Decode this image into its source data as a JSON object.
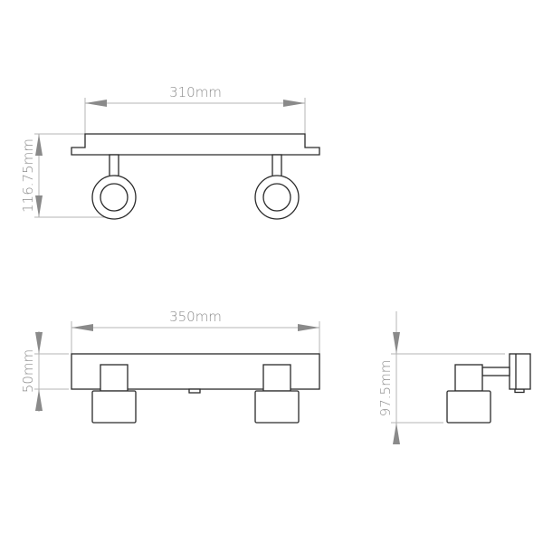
{
  "views": {
    "top": {
      "width_label": "310mm",
      "height_label": "116.75mm"
    },
    "front": {
      "width_label": "350mm",
      "height_label": "50mm"
    },
    "side": {
      "height_label": "97.5mm"
    }
  },
  "colors": {
    "outline": "#2a2a2a",
    "dimension": "#b4b4b4",
    "text": "#8c8c8c"
  }
}
